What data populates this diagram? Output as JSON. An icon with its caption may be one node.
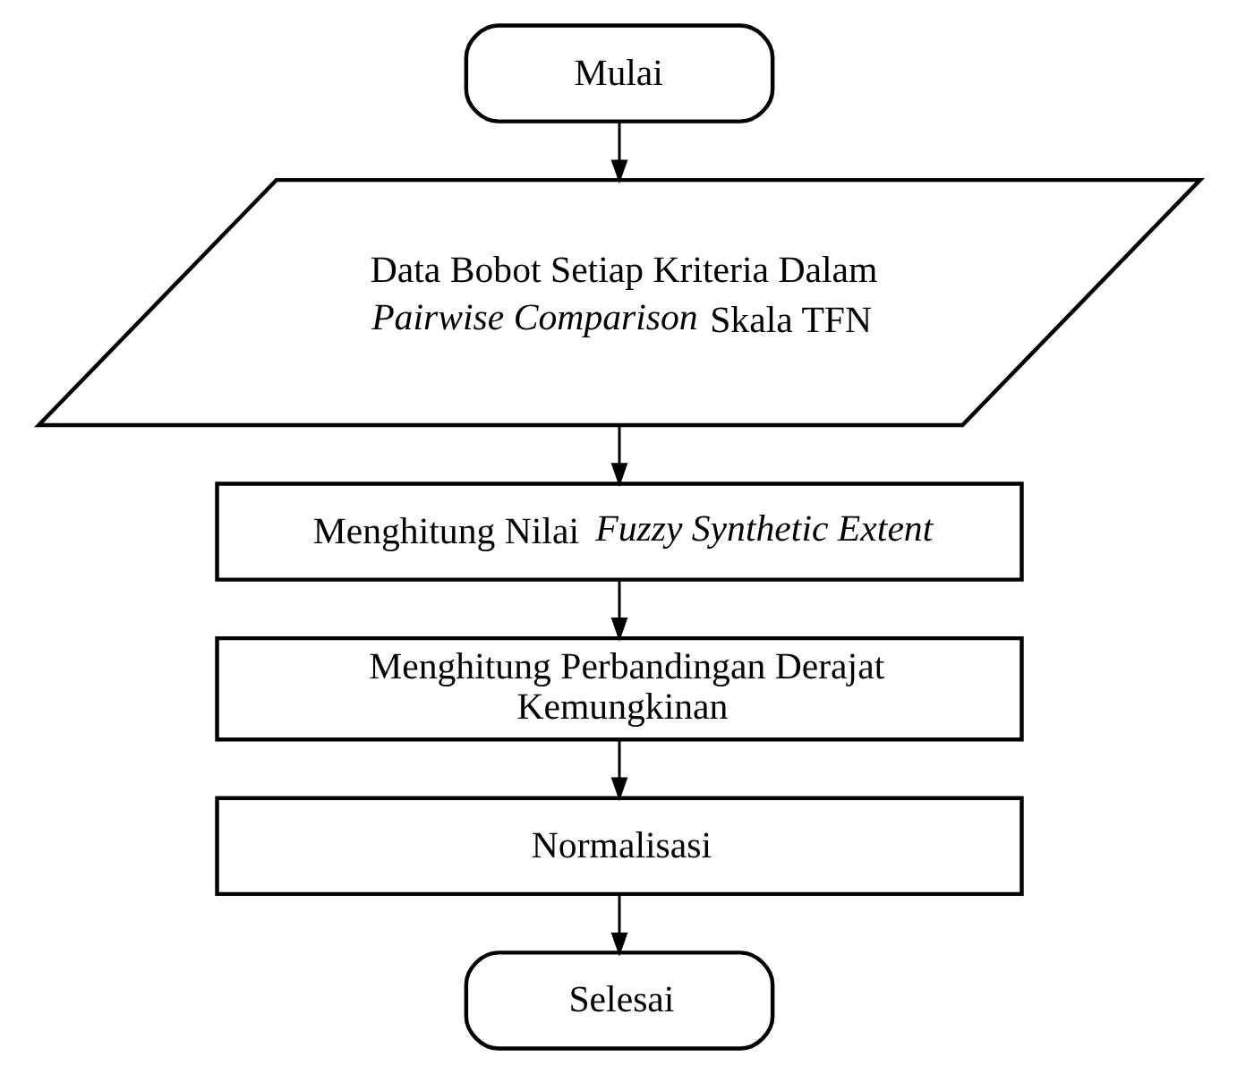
{
  "diagram": {
    "nodes": [
      {
        "text": [
          "Mulai"
        ]
      },
      {
        "text": [
          "Data Bobot Setiap Kriteria Dalam *Pairwise Comparison* Skala TFN"
        ]
      },
      {
        "text": [
          "Menghitung Nilai *Fuzzy Synthetic Extent*"
        ]
      },
      {
        "text": [
          "Menghitung Perbandingan Derajat Kemungkinan"
        ]
      },
      {
        "text": [
          "Normalisasi"
        ]
      },
      {
        "text": [
          "Selesai"
        ]
      }
    ],
    "edges": [
      {
        "from": 0,
        "to": 1,
        "arrow": "to"
      },
      {
        "from": 1,
        "to": 2,
        "arrow": "to"
      },
      {
        "from": 2,
        "to": 3,
        "arrow": "to"
      },
      {
        "from": 3,
        "to": 4,
        "arrow": "to"
      },
      {
        "from": 4,
        "to": 5,
        "arrow": "to"
      }
    ]
  }
}
